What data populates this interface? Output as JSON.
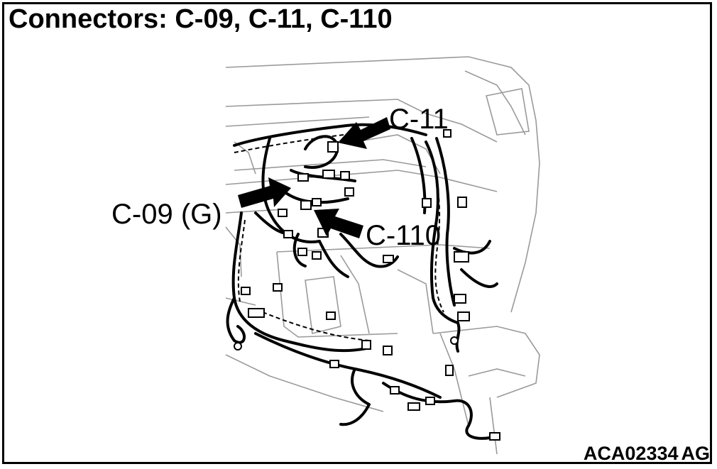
{
  "title": "Connectors: C-09, C-11, C-110",
  "labels": {
    "c11": "C-11",
    "c09": "C-09 (G)",
    "c110": "C-110"
  },
  "figure_code": {
    "main": "ACA02334",
    "suffix": "AG"
  }
}
